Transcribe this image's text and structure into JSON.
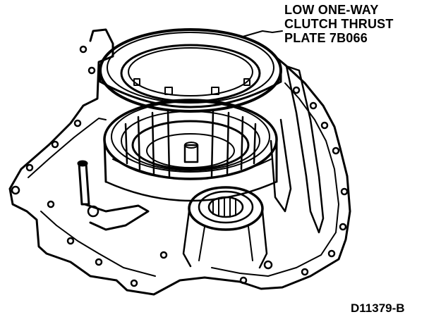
{
  "callout": {
    "lines": [
      "LOW ONE-WAY",
      "CLUTCH THRUST",
      "PLATE 7B066"
    ]
  },
  "figure_id": "D11379-B",
  "colors": {
    "ink": "#000000",
    "paper": "#ffffff"
  }
}
